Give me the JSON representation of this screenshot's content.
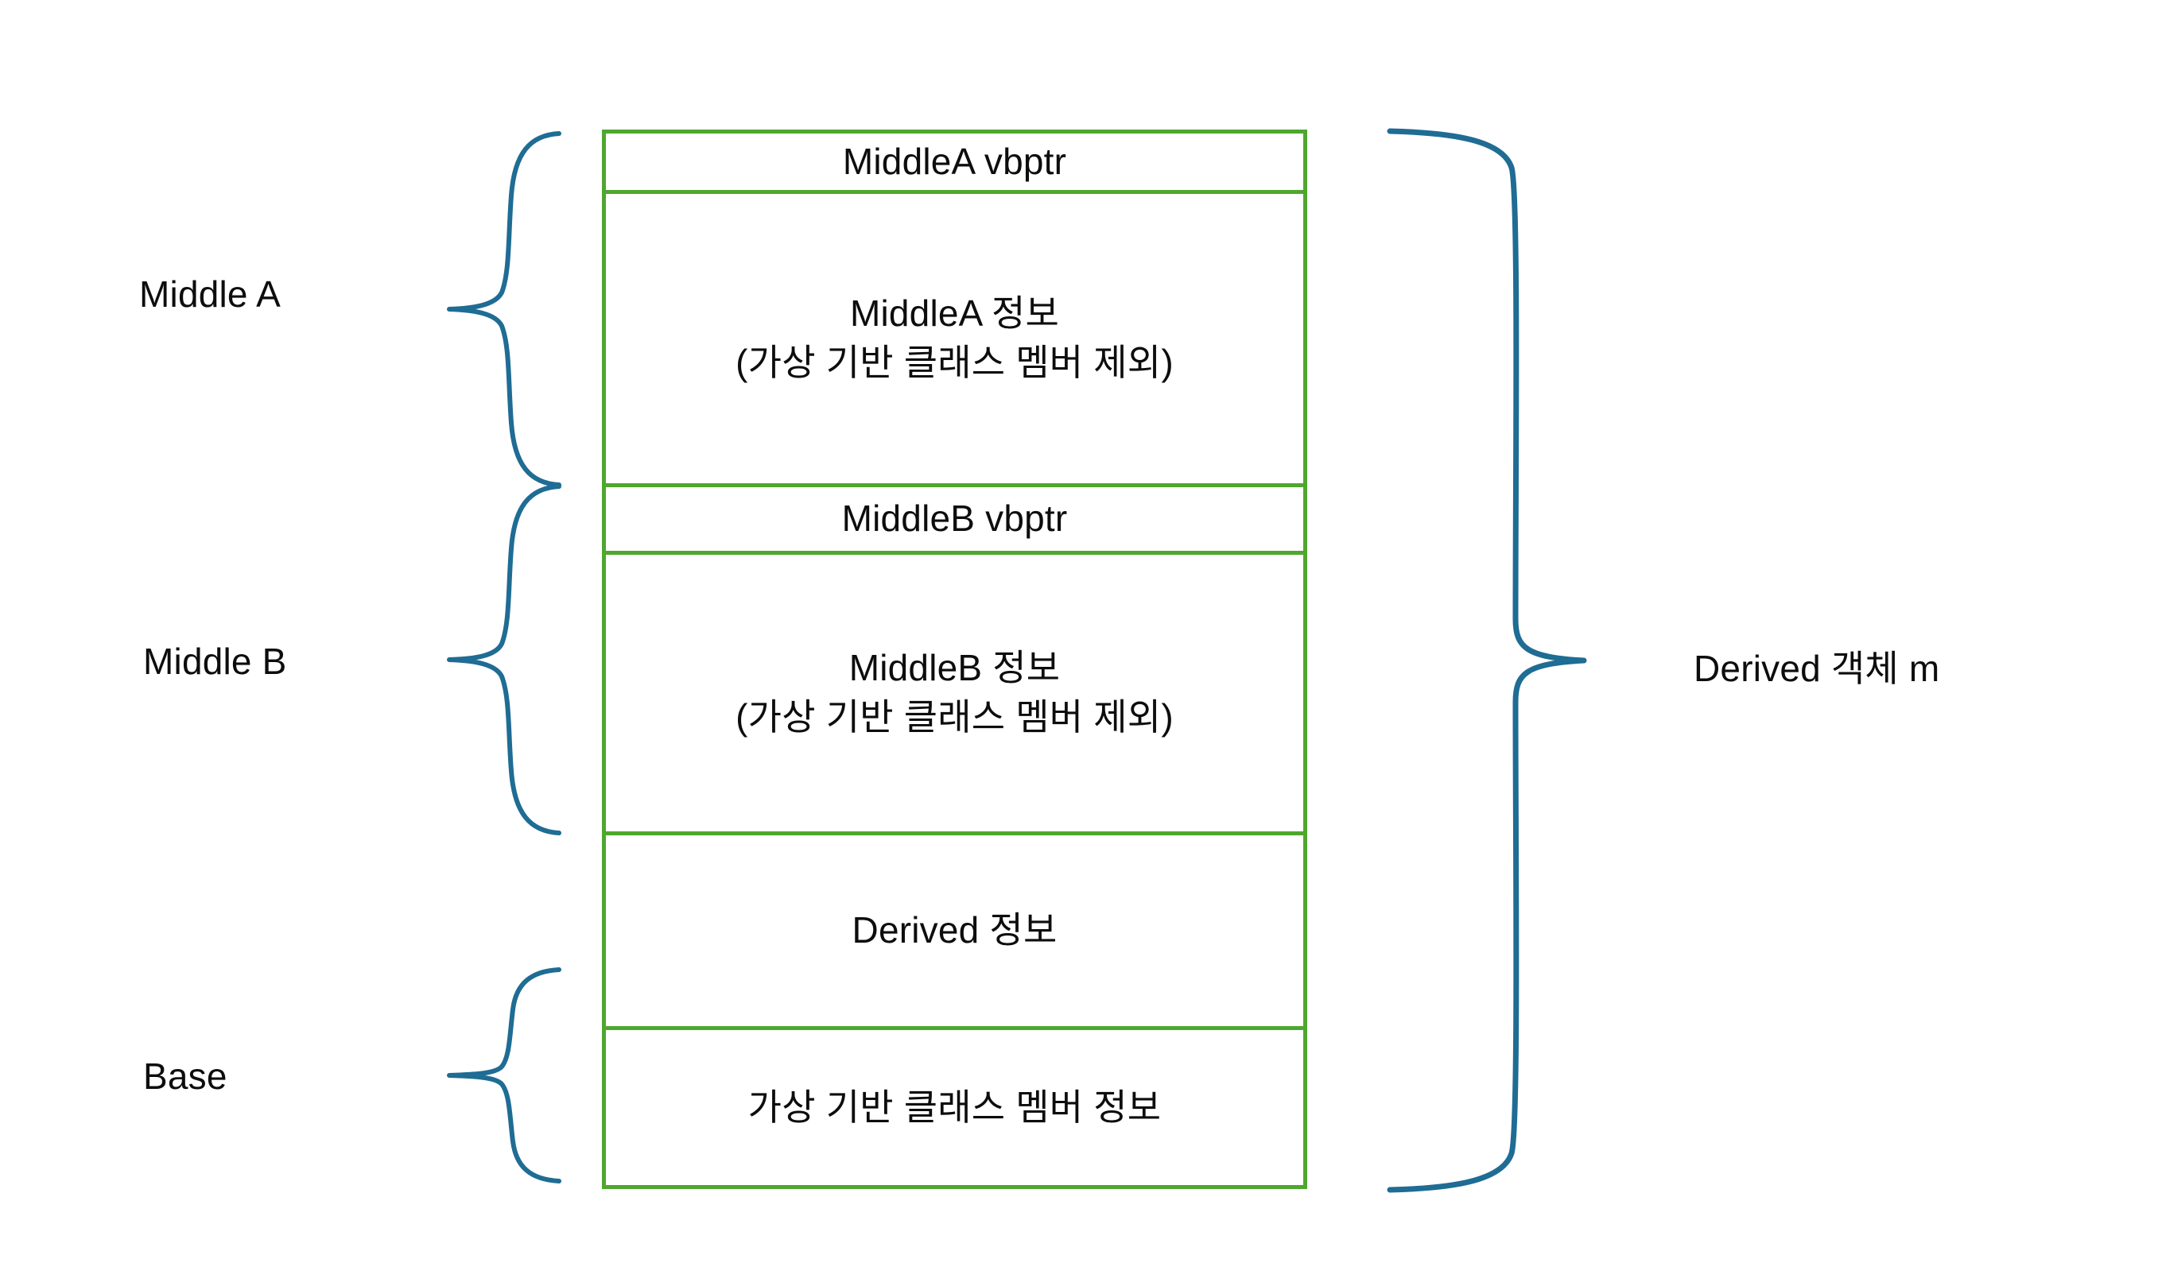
{
  "diagram": {
    "title_text": "",
    "colors": {
      "box_border": "#4EA72E",
      "brace": "#1F6C94",
      "text": "#0D0D0D",
      "background": "#FFFFFF"
    },
    "memory_layout": {
      "name": "derived-object-memory-layout",
      "rows": [
        {
          "id": "middlea-vbptr",
          "text": "MiddleA vbptr"
        },
        {
          "id": "middlea-info",
          "text": "MiddleA 정보\n(가상 기반 클래스 멤버 제외)"
        },
        {
          "id": "middleb-vbptr",
          "text": "MiddleB vbptr"
        },
        {
          "id": "middleb-info",
          "text": "MiddleB 정보\n(가상 기반 클래스 멤버 제외)"
        },
        {
          "id": "derived-info",
          "text": "Derived 정보"
        },
        {
          "id": "virtual-base-info",
          "text": "가상 기반 클래스 멤버 정보"
        }
      ]
    },
    "left_labels": [
      {
        "id": "middle-a",
        "text": "Middle A"
      },
      {
        "id": "middle-b",
        "text": "Middle B"
      },
      {
        "id": "base",
        "text": "Base"
      }
    ],
    "right_label": {
      "id": "derived-object",
      "text": "Derived 객체 m"
    }
  }
}
